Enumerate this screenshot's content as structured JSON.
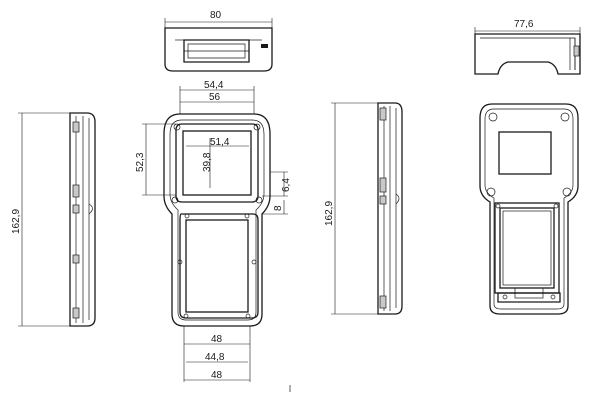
{
  "drawing": {
    "top_view": {
      "width": "80"
    },
    "front_view": {
      "screen_outer_width": "54,4",
      "screen_width": "56",
      "screen_height": "52,3",
      "window_height": "39,8",
      "window_width": "51,4",
      "side_step": "6,4",
      "side_gap": "8",
      "bottom_width_a": "48",
      "bottom_width_b": "44,8",
      "bottom_width_c": "48"
    },
    "left_side_view": {
      "height": "162,9"
    },
    "right_side_view": {
      "height": "162,9"
    },
    "back_top_view": {
      "width": "77,6"
    }
  }
}
